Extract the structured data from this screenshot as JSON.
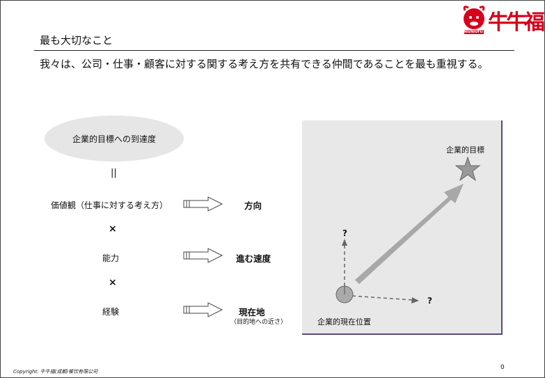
{
  "logo": {
    "text": "牛牛福",
    "sub": "NIUNIUFU"
  },
  "title": "最も大切なこと",
  "body": "我々は、公司・仕事・顧客に対する関する考え方を共有できる仲間であることを最も重視する。",
  "diagram": {
    "oval_label": "企業的目標への到達度",
    "equals": "||",
    "times": "×",
    "rows": [
      {
        "left": "価値観（仕事に対する考え方）",
        "right": "方向",
        "note": ""
      },
      {
        "left": "能力",
        "right": "進む速度",
        "note": ""
      },
      {
        "left": "経験",
        "right": "現在地",
        "note": "（目的地への近さ）"
      }
    ]
  },
  "panel": {
    "goal_label": "企業的目標",
    "current_label": "企業的現在位置",
    "question": "?"
  },
  "footer": {
    "copyright": "Copyright: 牛牛福(成都)餐饮有限公司",
    "page": "0"
  },
  "colors": {
    "panel_bg": "#e8e8e8",
    "panel_border": "#5b4a78",
    "arrow": "#a8a8a8",
    "logo_red": "#d6001c"
  }
}
